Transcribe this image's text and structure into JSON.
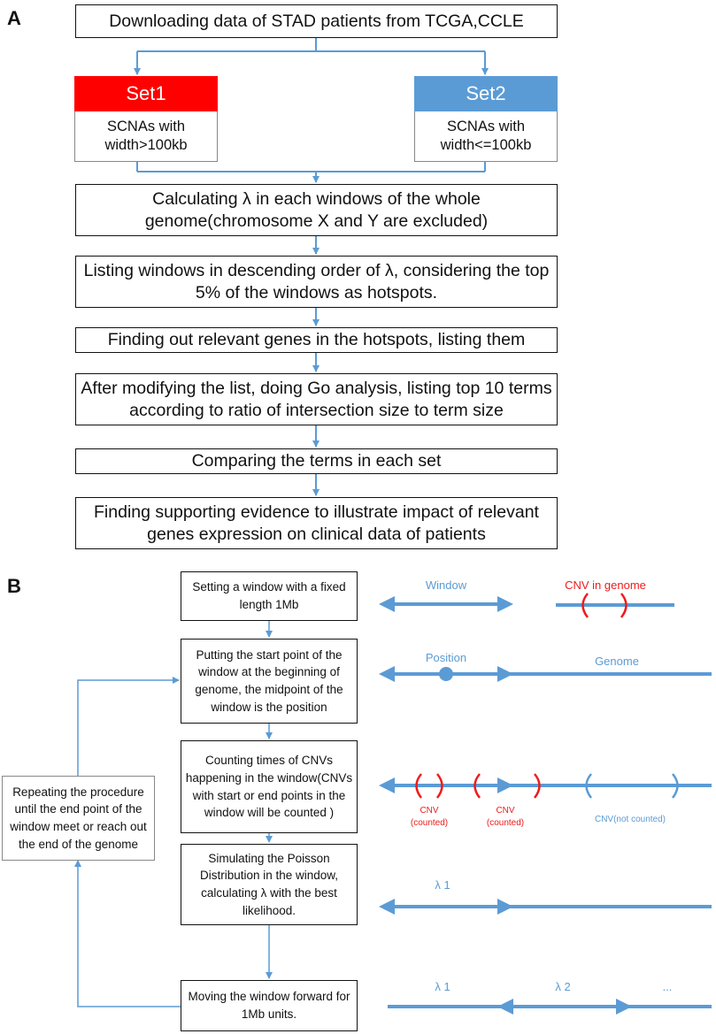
{
  "panels": {
    "a": "A",
    "b": "B"
  },
  "colors": {
    "line": "#5b9bd5",
    "red": "#ee1c1c",
    "set1": "#ff0000",
    "set2": "#5b9bd5"
  },
  "panel_a": {
    "download": "Downloading data of STAD patients from TCGA,CCLE",
    "set1": {
      "title": "Set1",
      "desc": "SCNAs with width>100kb"
    },
    "set2": {
      "title": "Set2",
      "desc": "SCNAs with width<=100kb"
    },
    "steps": [
      "Calculating λ in each windows of the whole genome(chromosome X and Y are excluded)",
      "Listing windows in descending order of λ, considering the top 5% of the windows as hotspots.",
      "Finding out relevant genes in the hotspots, listing them",
      "After modifying the list, doing Go analysis, listing top 10 terms according to ratio of intersection size to term size",
      "Comparing the terms in each set",
      "Finding supporting evidence to illustrate impact of relevant genes expression on clinical data of patients"
    ]
  },
  "panel_b": {
    "steps": [
      "Setting a window with a fixed length 1Mb",
      "Putting the start point of the window at the beginning of genome, the midpoint of the window is the position",
      "Counting times of CNVs happening in the window(CNVs with start or end points in the window will be counted )",
      "Simulating the Poisson Distribution in the window, calculating λ with the best likelihood.",
      "Moving the window forward for 1Mb units."
    ],
    "repeat": "Repeating the procedure until the end point of the window meet or reach out the end of the genome",
    "labels": {
      "window": "Window",
      "cnv_in_genome": "CNV in genome",
      "position": "Position",
      "genome": "Genome",
      "cnv_counted_1": "CNV",
      "counted_1": "(counted)",
      "cnv_counted_2": "CNV",
      "counted_2": "(counted)",
      "cnv_not_counted": "CNV(not counted)",
      "lambda1_row4": "λ 1",
      "lambda1_row5": "λ 1",
      "lambda2_row5": "λ 2",
      "ellipsis": "..."
    }
  }
}
